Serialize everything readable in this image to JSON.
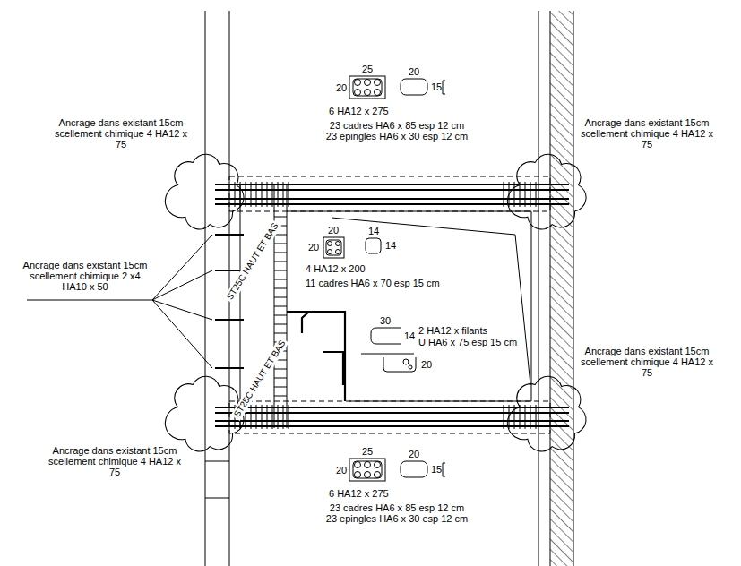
{
  "diagram": {
    "labels": [
      "25",
      "20",
      "20",
      "15",
      "6 HA12 x 275",
      "23 cadres HA6 x 85 esp 12 cm",
      "23 epingles HA6 x 30 esp 12 cm",
      "Ancrage dans existant 15cm scellement chimique 4 HA12 x 75",
      "Ancrage dans existant 15cm scellement chimique 4 HA12 x 75",
      "20",
      "20",
      "14",
      "14",
      "4 HA12 x 200",
      "11 cadres HA6 x 70 esp 15 cm",
      "Ancrage dans existant 15cm scellement chimique 2 x4 HA10 x 50",
      "ST25C HAUT ET BAS",
      "30",
      "14",
      "2 HA12 x filants",
      "U HA6 x 75 esp 15 cm",
      "20",
      "Ancrage dans existant 15cm scellement chimique 4 HA12 x 75",
      "ST25C HAUT ET BAS",
      "Ancrage dans existant 15cm scellement chimique 4 HA12 x 75",
      "25",
      "20",
      "20",
      "15",
      "6 HA12 x 275",
      "23 cadres HA6 x 85 esp 12 cm",
      "23 epingles HA6 x 30 esp 12 cm"
    ]
  }
}
